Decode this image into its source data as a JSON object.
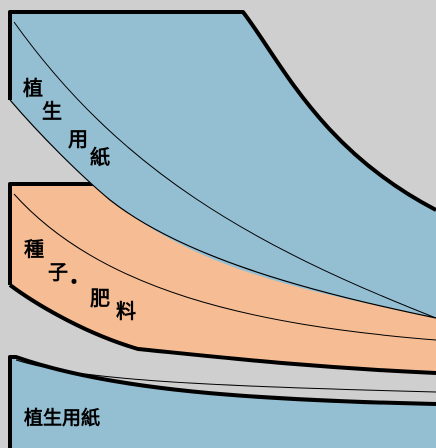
{
  "colors": {
    "background": "#cfcfcf",
    "paper_layer": "#94bfd3",
    "seed_layer": "#f6bd95",
    "outline": "#000000"
  },
  "layers": {
    "top_paper": {
      "label_chars": [
        "植",
        "生",
        "用",
        "紙"
      ]
    },
    "seed_fertilizer": {
      "label_chars": [
        "種",
        "子",
        "・",
        "肥",
        "料"
      ]
    },
    "bottom_paper": {
      "label": "植生用紙"
    }
  }
}
